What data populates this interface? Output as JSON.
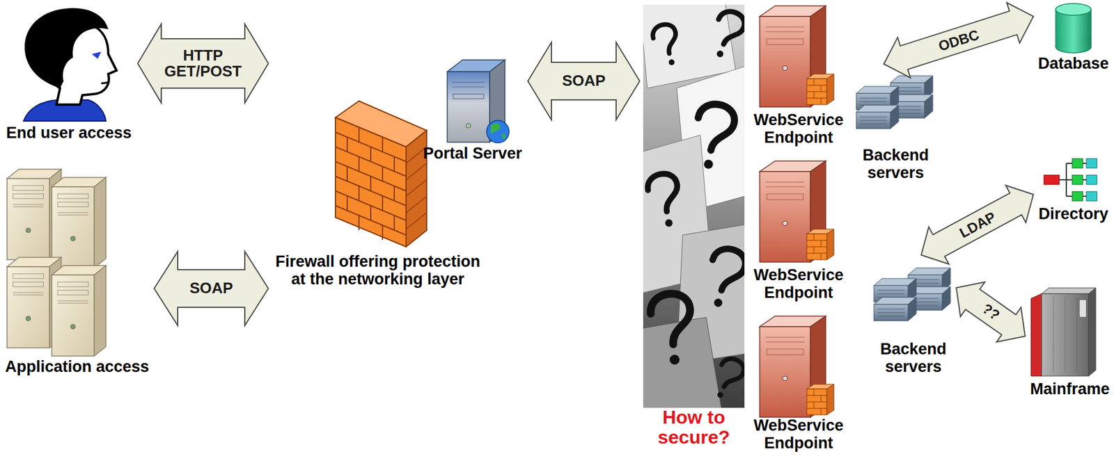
{
  "diagram": {
    "nodes": [
      {
        "text": [
          "End user access"
        ]
      },
      {
        "text": [
          "Application access"
        ]
      },
      {
        "text": [
          "Firewall offering protection at the networking layer"
        ]
      },
      {
        "text": [
          "Portal Server"
        ]
      },
      {
        "text": [
          "How to secure?"
        ]
      },
      {
        "text": [
          "WebService Endpoint"
        ]
      },
      {
        "text": [
          "WebService Endpoint"
        ]
      },
      {
        "text": [
          "WebService Endpoint"
        ]
      },
      {
        "text": [
          "Backend servers"
        ]
      },
      {
        "text": [
          "Backend servers"
        ]
      },
      {
        "text": [
          "Database"
        ]
      },
      {
        "text": [
          "Directory"
        ]
      },
      {
        "text": [
          "Mainframe"
        ]
      }
    ],
    "edges": [
      {
        "from": 0,
        "to": 2,
        "label": "HTTP GET/POST",
        "arrow": "both"
      },
      {
        "from": 1,
        "to": 2,
        "label": "SOAP",
        "arrow": "both"
      },
      {
        "from": 3,
        "to": 4,
        "label": "SOAP",
        "arrow": "both"
      },
      {
        "from": 8,
        "to": 10,
        "label": "ODBC",
        "arrow": "both"
      },
      {
        "from": 9,
        "to": 11,
        "label": "LDAP",
        "arrow": "both"
      },
      {
        "from": 9,
        "to": 12,
        "label": "??",
        "arrow": "both"
      }
    ]
  }
}
